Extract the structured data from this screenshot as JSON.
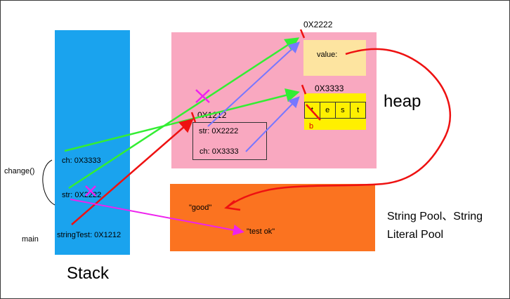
{
  "stack": {
    "title": "Stack",
    "change_label": "change()",
    "main_label": "main",
    "ch_label": "ch: 0X3333",
    "str_label": "str: 0X2222",
    "stringtest_label": "stringTest: 0X1212"
  },
  "heap": {
    "title": "heap",
    "addr_value": "0X2222",
    "value_label": "value:",
    "addr_chars": "0X3333",
    "chars": [
      "t",
      "e",
      "s",
      "t"
    ],
    "replaced_char": "b",
    "obj_addr": "0X1212",
    "obj_str_label": "str: 0X2222",
    "obj_ch_label": "ch: 0X3333"
  },
  "pool": {
    "title_line1": "String Pool、String",
    "title_line2": "Literal Pool",
    "good": "\"good\"",
    "test_ok": "\"test ok\""
  },
  "colors": {
    "stack": "#1aa3ee",
    "heap": "#f9a8c0",
    "pool": "#fb7320",
    "value_box": "#fde4a0",
    "char_box": "#fff000",
    "arrow_green": "#33ee33",
    "arrow_blue": "#7777ff",
    "arrow_red": "#ee1111",
    "arrow_magenta": "#ee22ee"
  }
}
